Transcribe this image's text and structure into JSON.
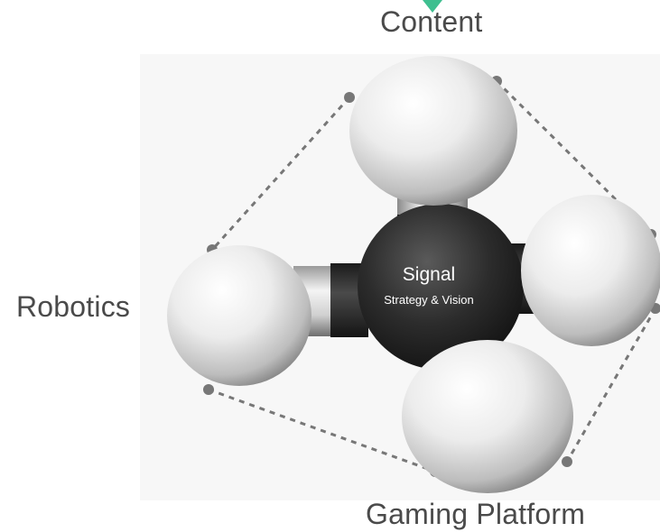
{
  "diagram": {
    "center": {
      "title": "Signal",
      "subtitle": "Strategy & Vision"
    },
    "nodes": [
      {
        "id": "content",
        "label": "Content"
      },
      {
        "id": "robotics",
        "label": "Robotics"
      },
      {
        "id": "gaming",
        "label": "Gaming Platform"
      },
      {
        "id": "right",
        "label": ""
      }
    ]
  },
  "colors": {
    "accent_marker": "#3fbf90",
    "dashed_edge": "#777777",
    "center_sphere": "#2b2b2b",
    "outer_sphere": "#f2f2f2"
  }
}
